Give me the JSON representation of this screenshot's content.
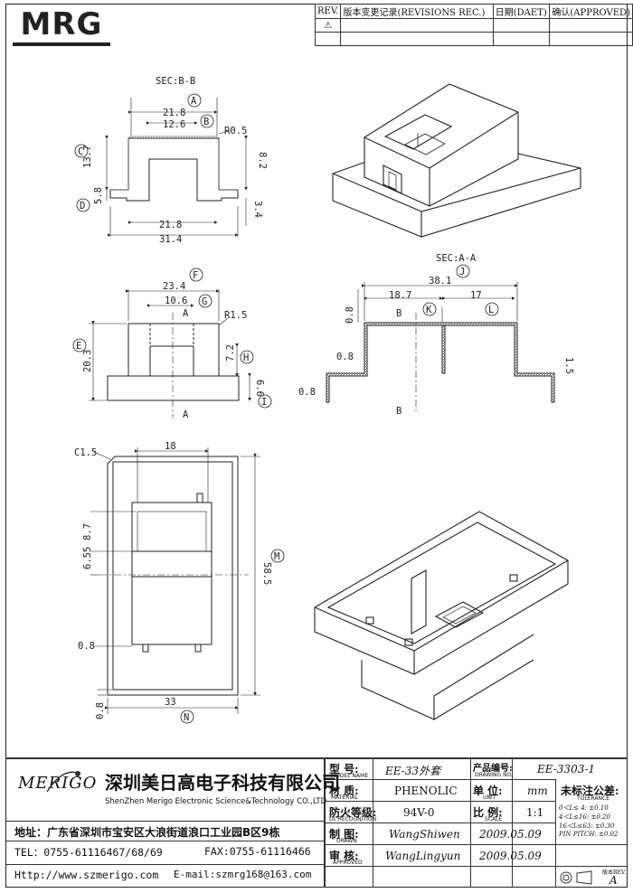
{
  "logo": {
    "text": "MRG"
  },
  "revision": {
    "headers": {
      "rev": "REV.",
      "record": "版本变更记录(REVISIONS REC.)",
      "date": "日期(DAET)",
      "approved": "确认(APPROVED)"
    },
    "first_row_mark": "⚠"
  },
  "views": {
    "sec_bb": {
      "title": "SEC:B-B",
      "dims": [
        "21.8",
        "12.6",
        "R0.5",
        "13.7",
        "8.2",
        "5.8",
        "3.4",
        "21.8",
        "31.4"
      ],
      "markers": [
        "A",
        "B",
        "C",
        "D"
      ]
    },
    "front": {
      "dims": [
        "23.4",
        "10.6",
        "R1.5",
        "20.3",
        "7.2",
        "6.6"
      ],
      "markers": [
        "F",
        "G",
        "E",
        "H",
        "I"
      ],
      "section_marks": [
        "A",
        "A"
      ]
    },
    "sec_aa": {
      "title": "SEC:A-A",
      "dims": [
        "38.1",
        "18.7",
        "17",
        "0.8",
        "0.8",
        "0.8",
        "1.5"
      ],
      "markers": [
        "J",
        "K",
        "L"
      ],
      "section_marks": [
        "B",
        "B"
      ]
    },
    "top": {
      "dims": [
        "C1.5",
        "18",
        "8.7",
        "6.55",
        "0.8",
        "58.5",
        "0.8",
        "33"
      ],
      "markers": [
        "M",
        "N"
      ]
    }
  },
  "company": {
    "logo_name": "MERIGO",
    "name_cn": "深圳美日高电子科技有限公司",
    "name_en": "ShenZhen Merigo Electronic Science&Technology CO.,LTD",
    "address": "地址：广东省深圳市宝安区大浪街道浪口工业园B区9栋",
    "tel": "TEL：0755-61116467/68/69",
    "fax": "FAX:0755-61116466",
    "web": "Http://www.szmerigo.com",
    "email": "E-mail:szmrg168@163.com"
  },
  "titleblock": {
    "model_label": "型 号:",
    "model_label_en": "MODEL NAME",
    "model_value": "EE-33外套",
    "drawing_no_label": "产品编号:",
    "drawing_no_label_en": "DRAWING NO.",
    "drawing_no_value": "EE-3303-1",
    "material_label": "材 质:",
    "material_label_en": "MATERIAL",
    "material_value": "PHENOLIC",
    "unit_label": "单 位:",
    "unit_label_en": "UNIT",
    "unit_value": "mm",
    "tolerance_label": "未标注公差:",
    "tolerance_label_en": "TOLERANCE",
    "tolerance_rows": [
      "0＜L≤ 4:  ±0.10",
      "4＜L≤16:  ±0.20",
      "16＜L≤63:  ±0.30",
      "PIN PITCH:  ±0.02"
    ],
    "ul_label": "防火等级:",
    "ul_label_en": "UL RECOGNITION",
    "ul_value": "94V-0",
    "scale_label": "比 例:",
    "scale_label_en": "SCALE",
    "scale_value": "1:1",
    "drawn_label": "制 图:",
    "drawn_label_en": "DRAWN",
    "drawn_value": "WangShiwen",
    "drawn_date": "2009.05.09",
    "approved_label": "审 核:",
    "approved_label_en": "APPROVED",
    "approved_value": "WangLingyun",
    "approved_date": "2009.05.09",
    "rev_label": "版本REV.",
    "rev_value": "A"
  }
}
